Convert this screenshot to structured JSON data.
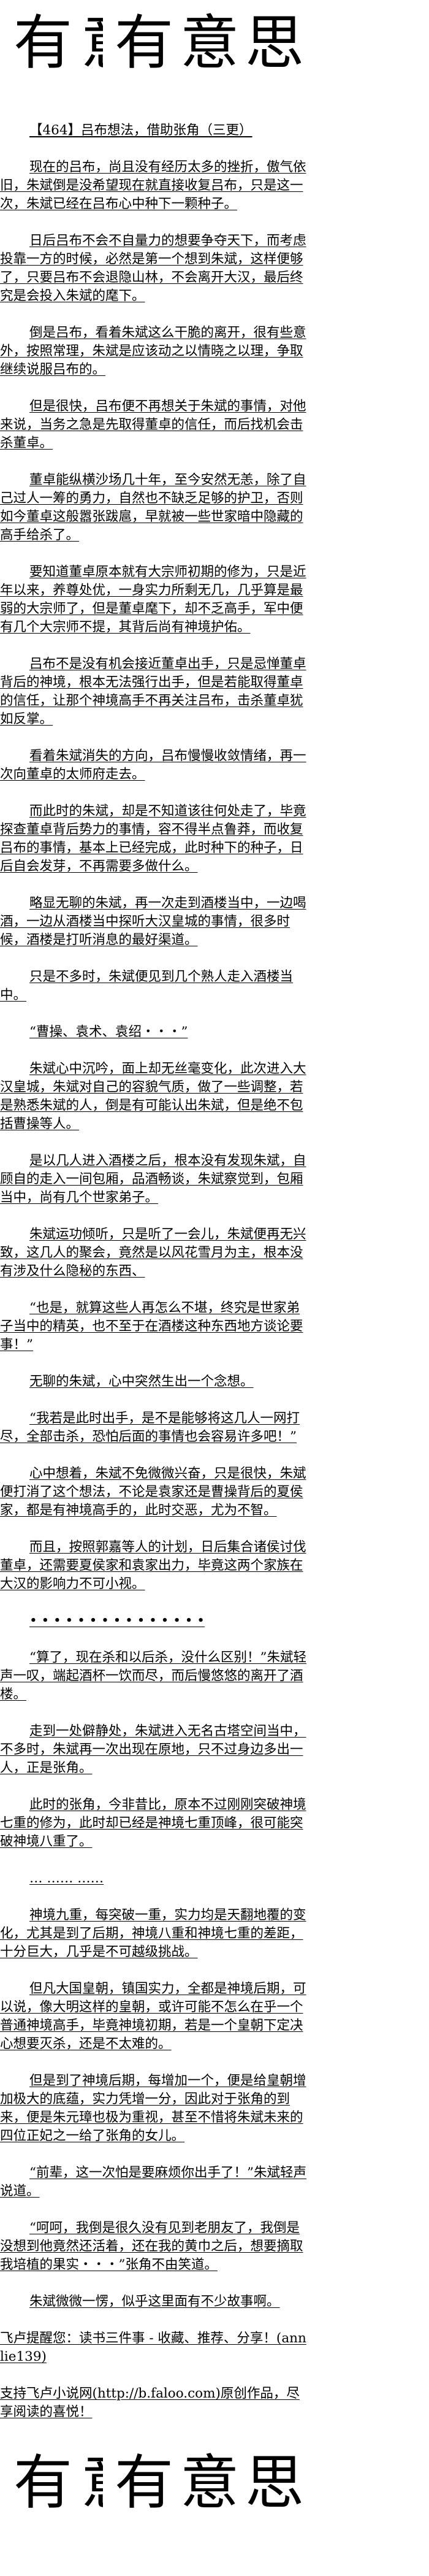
{
  "logo": {
    "chars": [
      "有",
      "意",
      "有",
      "意",
      "思"
    ]
  },
  "chapter_title": "【464】吕布想法，借助张角（三更）",
  "paragraphs": [
    "现在的吕布，尚且没有经历太多的挫折，傲气依旧，朱斌倒是没希望现在就直接收复吕布，只是这一次，朱斌已经在吕布心中种下一颗种子。",
    "日后吕布不会不自量力的想要争夺天下，而考虑投靠一方的时候，必然是第一个想到朱斌，这样便够了，只要吕布不会退隐山林，不会离开大汉，最后终究是会投入朱斌的麾下。",
    "倒是吕布，看着朱斌这么干脆的离开，很有些意外，按照常理，朱斌是应该动之以情晓之以理，争取继续说服吕布的。",
    "但是很快，吕布便不再想关于朱斌的事情，对他来说，当务之急是先取得董卓的信任，而后找机会击杀董卓。",
    "董卓能纵横沙场几十年，至今安然无恙，除了自己过人一筹的勇力，自然也不缺乏足够的护卫，否则如今董卓这般嚣张跋扈，早就被一些世家暗中隐藏的高手给杀了。",
    "要知道董卓原本就有大宗师初期的修为，只是近年以来，养尊处优，一身实力所剩无几，几乎算是最弱的大宗师了，但是董卓麾下，却不乏高手，军中便有几个大宗师不提，其背后尚有神境护佑。",
    "吕布不是没有机会接近董卓出手，只是忌惮董卓背后的神境，根本无法强行出手，但是若能取得董卓的信任，让那个神境高手不再关注吕布，击杀董卓犹如反掌。",
    "看着朱斌消失的方向，吕布慢慢收敛情绪，再一次向董卓的太师府走去。",
    "而此时的朱斌，却是不知道该往何处走了，毕竟探查董卓背后势力的事情，容不得半点鲁莽，而收复吕布的事情，基本上已经完成，此时种下的种子，日后自会发芽，不再需要多做什么。",
    "略显无聊的朱斌，再一次走到酒楼当中，一边喝酒，一边从酒楼当中探听大汉皇城的事情，很多时候，酒楼是打听消息的最好渠道。",
    "只是不多时，朱斌便见到几个熟人走入酒楼当中。",
    "“曹操、袁术、袁绍・・・”",
    "朱斌心中沉吟，面上却无丝毫变化，此次进入大汉皇城，朱斌对自己的容貌气质，做了一些调整，若是熟悉朱斌的人，倒是有可能认出朱斌，但是绝不包括曹操等人。",
    "是以几人进入酒楼之后，根本没有发现朱斌，自顾自的走入一间包厢，品酒畅谈，朱斌察觉到，包厢当中，尚有几个世家弟子。",
    "朱斌运功倾听，只是听了一会儿，朱斌便再无兴致，这几人的聚会，竟然是以风花雪月为主，根本没有涉及什么隐秘的东西、",
    "“也是，就算这些人再怎么不堪，终究是世家弟子当中的精英，也不至于在酒楼这种东西地方谈论要事！”",
    "无聊的朱斌，心中突然生出一个念想。",
    "“我若是此时出手，是不是能够将这几人一网打尽，全部击杀，恐怕后面的事情也会容易许多吧！”",
    "心中想着，朱斌不免微微兴奋，只是很快，朱斌便打消了这个想法，不论是袁家还是曹操背后的夏侯家，都是有神境高手的，此时交恶，尤为不智。",
    "而且，按照郭嘉等人的计划，日后集合诸侯讨伐董卓，还需要夏侯家和袁家出力，毕竟这两个家族在大汉的影响力不可小视。",
    "• • • • • • • • • • • • • • •",
    "“算了，现在杀和以后杀，没什么区别！”朱斌轻声一叹，端起酒杯一饮而尽，而后慢悠悠的离开了酒楼。",
    "走到一处僻静处，朱斌进入无名古塔空间当中，不多时，朱斌再一次出现在原地，只不过身边多出一人，正是张角。",
    "此时的张角，今非昔比，原本不过刚刚突破神境七重的修为，此时却已经是神境七重顶峰，很可能突破神境八重了。",
    "… …… ……",
    "神境九重，每突破一重，实力均是天翻地覆的变化，尤其是到了后期，神境八重和神境七重的差距，十分巨大，几乎是不可越级挑战。",
    "但凡大国皇朝，镇国实力，全都是神境后期，可以说，像大明这样的皇朝，或许可能不怎么在乎一个普通神境高手，毕竟神境初期，若是一个皇朝下定决心想要灭杀，还是不太难的。",
    "但是到了神境后期，每增加一个，便是给皇朝增加极大的底蕴，实力凭增一分，因此对于张角的到来，便是朱元璋也极为重视，甚至不惜将朱斌未来的四位正妃之一给了张角的女儿。",
    "“前辈，这一次怕是要麻烦你出手了！”朱斌轻声说道。",
    "“呵呵，我倒是很久没有见到老朋友了，我倒是没想到他竟然还活着，还在我的黄巾之后，想要摘取我培植的果实・・・”张角不由笑道。",
    "朱斌微微一愣，似乎这里面有不少故事啊。"
  ],
  "footer": {
    "reminder": "飞卢提醒您：读书三件事 - 收藏、推荐、分享！(annlie139)",
    "support": "支持飞卢小说网(http://b.faloo.com)原创作品，尽享阅读的喜悦！"
  }
}
